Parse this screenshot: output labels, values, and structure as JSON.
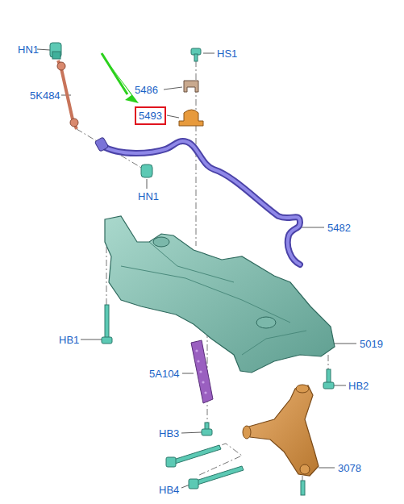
{
  "diagram": {
    "nodes": [
      {
        "text": [
          "5493"
        ]
      }
    ],
    "edges": [],
    "labels": [
      "HN1",
      "5K484",
      "HS1",
      "5486",
      "HN1",
      "5482",
      "HB1",
      "5019",
      "5A104",
      "HB2",
      "HB3",
      "HB4",
      "3078"
    ]
  }
}
